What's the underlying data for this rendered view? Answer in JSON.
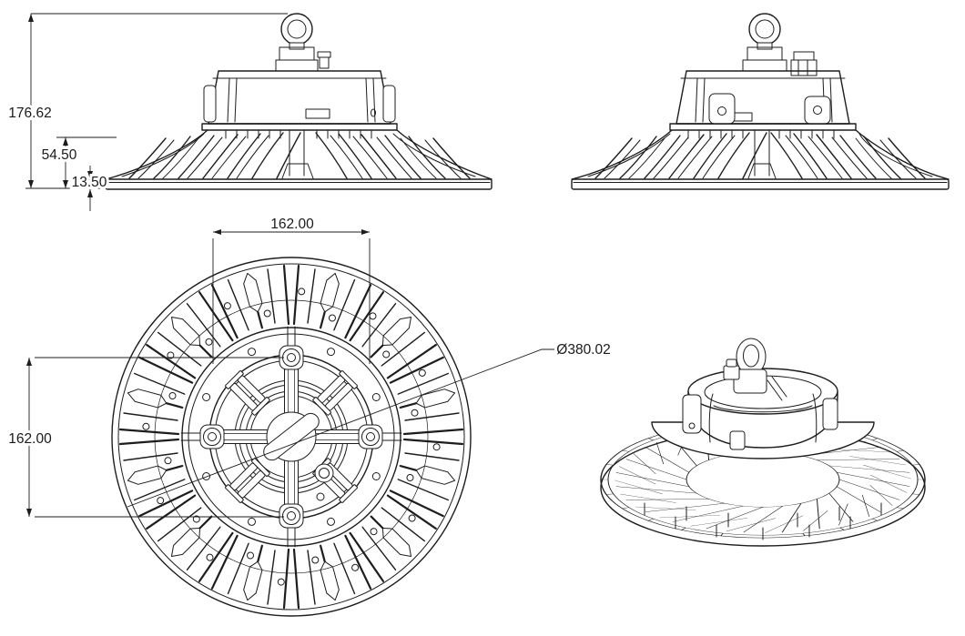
{
  "views": {
    "front": {
      "dimensions": {
        "total_height": "176.62",
        "housing_height": "54.50",
        "base_thickness": "13.50"
      }
    },
    "side": {
      "dimensions": {}
    },
    "bottom": {
      "dimensions": {
        "mount_spacing_x": "162.00",
        "mount_spacing_y": "162.00",
        "outer_diameter": "Ø380.02"
      }
    },
    "isometric": {
      "dimensions": {}
    }
  },
  "colors": {
    "line": "#1d1d1d",
    "background": "#ffffff"
  }
}
